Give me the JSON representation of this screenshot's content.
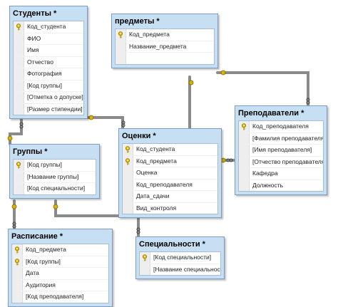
{
  "colors": {
    "header": "#c7dff2",
    "border": "#7c9cc4",
    "link": "#8a8a8a",
    "key": "#d8b400"
  },
  "tables": {
    "students": {
      "title": "Студенты *",
      "rows": [
        {
          "label": "Код_студента",
          "pk": true
        },
        {
          "label": "ФИО",
          "pk": false
        },
        {
          "label": "Имя",
          "pk": false
        },
        {
          "label": "Отчество",
          "pk": false
        },
        {
          "label": "Фотография",
          "pk": false
        },
        {
          "label": "[Код группы]",
          "pk": false
        },
        {
          "label": "[Отметка о допуске]",
          "pk": false
        },
        {
          "label": "[Размер стипендии]",
          "pk": false
        }
      ]
    },
    "subjects": {
      "title": "предметы *",
      "rows": [
        {
          "label": "Код_предмета",
          "pk": true
        },
        {
          "label": "Название_предмета",
          "pk": false
        },
        {
          "label": "",
          "pk": false
        }
      ]
    },
    "teachers": {
      "title": "Преподаватели *",
      "rows": [
        {
          "label": "Код_преподавателя",
          "pk": true
        },
        {
          "label": "[Фамилия преподавателя]",
          "pk": false
        },
        {
          "label": "[Имя преподавателя]",
          "pk": false
        },
        {
          "label": "[Отчество преподавателя]",
          "pk": false
        },
        {
          "label": "Кафедра",
          "pk": false
        },
        {
          "label": "Должность",
          "pk": false
        }
      ]
    },
    "grades": {
      "title": "Оценки *",
      "rows": [
        {
          "label": "Код_студента",
          "pk": true
        },
        {
          "label": "Код_предмета",
          "pk": true
        },
        {
          "label": "Оценка",
          "pk": false
        },
        {
          "label": "Код_преподавателя",
          "pk": false
        },
        {
          "label": "Дата_сдачи",
          "pk": false
        },
        {
          "label": "Вид_контроля",
          "pk": false
        }
      ]
    },
    "groups": {
      "title": "Группы *",
      "rows": [
        {
          "label": "[Код группы]",
          "pk": true
        },
        {
          "label": "[Название группы]",
          "pk": false
        },
        {
          "label": "[Код специальности]",
          "pk": false
        }
      ]
    },
    "schedule": {
      "title": "Расписание *",
      "rows": [
        {
          "label": "Код_предмета",
          "pk": true
        },
        {
          "label": "[Код группы]",
          "pk": true
        },
        {
          "label": "Дата",
          "pk": false
        },
        {
          "label": "Аудитория",
          "pk": false
        },
        {
          "label": "[Код преподавателя]",
          "pk": false
        }
      ]
    },
    "specialties": {
      "title": "Специальности *",
      "rows": [
        {
          "label": "[Код специальности]",
          "pk": true
        },
        {
          "label": "[Название специальности]",
          "pk": false
        }
      ]
    }
  }
}
